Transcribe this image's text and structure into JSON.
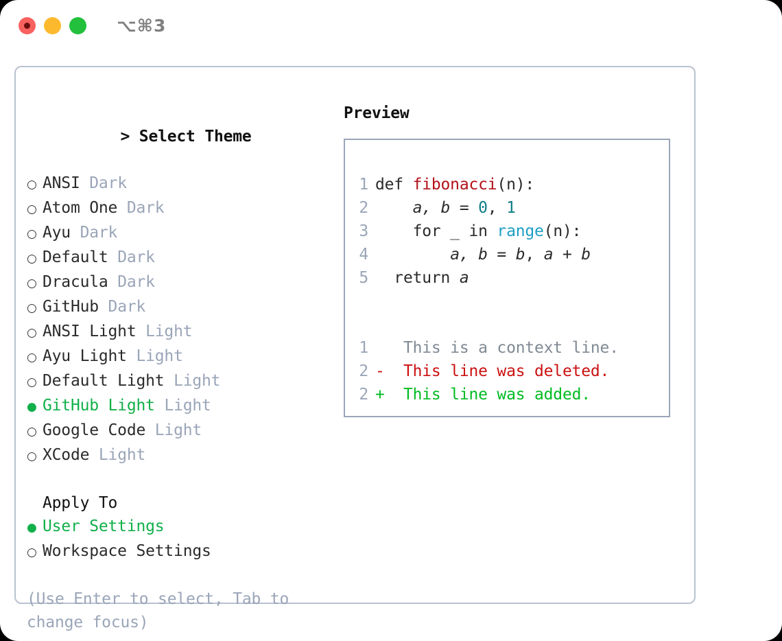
{
  "titlebar": {
    "traffic_lights": [
      "close",
      "minimize",
      "maximize"
    ],
    "shortcut": "⌥⌘3"
  },
  "theme_panel": {
    "header": {
      "caret": ">",
      "title": "Select Theme"
    },
    "themes": [
      {
        "marker": "○",
        "name": "ANSI",
        "tag": "Dark",
        "selected": false
      },
      {
        "marker": "○",
        "name": "Atom One",
        "tag": "Dark",
        "selected": false
      },
      {
        "marker": "○",
        "name": "Ayu",
        "tag": "Dark",
        "selected": false
      },
      {
        "marker": "○",
        "name": "Default",
        "tag": "Dark",
        "selected": false
      },
      {
        "marker": "○",
        "name": "Dracula",
        "tag": "Dark",
        "selected": false
      },
      {
        "marker": "○",
        "name": "GitHub",
        "tag": "Dark",
        "selected": false
      },
      {
        "marker": "○",
        "name": "ANSI Light",
        "tag": "Light",
        "selected": false
      },
      {
        "marker": "○",
        "name": "Ayu Light",
        "tag": "Light",
        "selected": false
      },
      {
        "marker": "○",
        "name": "Default Light",
        "tag": "Light",
        "selected": false
      },
      {
        "marker": "●",
        "name": "GitHub Light",
        "tag": "Light",
        "selected": true
      },
      {
        "marker": "○",
        "name": "Google Code",
        "tag": "Light",
        "selected": false
      },
      {
        "marker": "○",
        "name": "XCode",
        "tag": "Light",
        "selected": false
      }
    ],
    "apply_to": {
      "title": "Apply To",
      "options": [
        {
          "marker": "●",
          "label": "User Settings",
          "selected": true
        },
        {
          "marker": "○",
          "label": "Workspace Settings",
          "selected": false
        }
      ]
    },
    "hint": "(Use Enter to select, Tab to change focus)"
  },
  "preview": {
    "title": "Preview",
    "code_lines": [
      {
        "lineno": "1",
        "tokens": [
          {
            "text": "def ",
            "type": "kw"
          },
          {
            "text": "fibonacci",
            "type": "fn"
          },
          {
            "text": "(n):",
            "type": "punc"
          }
        ]
      },
      {
        "lineno": "2",
        "tokens": [
          {
            "text": "    ",
            "type": "punc"
          },
          {
            "text": "a, b",
            "type": "var"
          },
          {
            "text": " = ",
            "type": "punc"
          },
          {
            "text": "0",
            "type": "num"
          },
          {
            "text": ", ",
            "type": "punc"
          },
          {
            "text": "1",
            "type": "num"
          }
        ]
      },
      {
        "lineno": "3",
        "tokens": [
          {
            "text": "    for _ in ",
            "type": "kw"
          },
          {
            "text": "range",
            "type": "call"
          },
          {
            "text": "(n):",
            "type": "punc"
          }
        ]
      },
      {
        "lineno": "4",
        "tokens": [
          {
            "text": "        ",
            "type": "punc"
          },
          {
            "text": "a, b",
            "type": "var"
          },
          {
            "text": " = ",
            "type": "punc"
          },
          {
            "text": "b",
            "type": "var"
          },
          {
            "text": ", ",
            "type": "punc"
          },
          {
            "text": "a",
            "type": "var"
          },
          {
            "text": " + ",
            "type": "punc"
          },
          {
            "text": "b",
            "type": "var"
          }
        ]
      },
      {
        "lineno": "5",
        "tokens": [
          {
            "text": "  return ",
            "type": "kw"
          },
          {
            "text": "a",
            "type": "var"
          }
        ]
      }
    ],
    "diff_lines": [
      {
        "lineno": "1",
        "sign": " ",
        "text": "This is a context line.",
        "type": "ctx"
      },
      {
        "lineno": "2",
        "sign": "-",
        "text": "This line was deleted.",
        "type": "del"
      },
      {
        "lineno": "2",
        "sign": "+",
        "text": "This line was added.",
        "type": "add"
      }
    ]
  },
  "colors": {
    "accent_green": "#11b04a",
    "diff_add": "#00bb22",
    "diff_del": "#cc1111",
    "muted": "#9aa5b8",
    "border": "#b9c2d0",
    "light_close": "#f9615f",
    "light_min": "#fdb92e",
    "light_max": "#22c03c"
  }
}
